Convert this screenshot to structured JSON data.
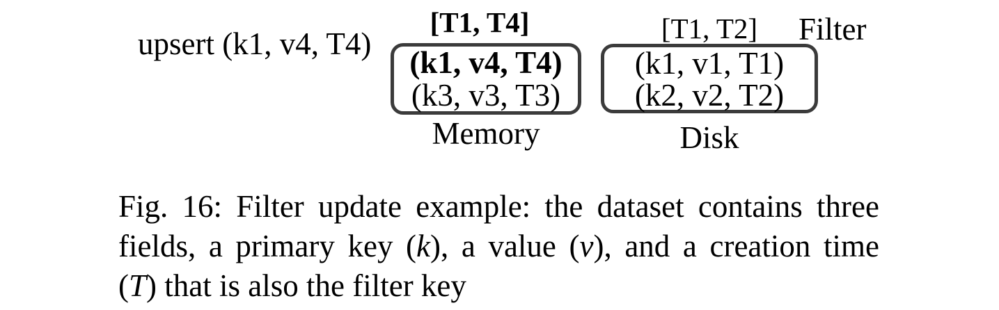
{
  "figure": {
    "upsert_label": "upsert (k1, v4, T4)",
    "memory": {
      "interval": "[T1, T4]",
      "rows": [
        "(k1, v4, T4)",
        "(k3, v3, T3)"
      ],
      "label": "Memory"
    },
    "disk": {
      "interval": "[T1, T2]",
      "rows": [
        "(k1, v1, T1)",
        "(k2, v2, T2)"
      ],
      "label": "Disk"
    },
    "filter_label": "Filter"
  },
  "caption": {
    "line1": "Fig. 16: Filter update example: the dataset contains three",
    "line2": {
      "seg1": "fields, a primary key (",
      "italic1": "k",
      "seg2": "), a value (",
      "italic2": "v",
      "seg3": "), and a creation time"
    },
    "line3": {
      "seg1": "(",
      "italic1": "T",
      "seg2": ") that is also the filter key"
    }
  },
  "colors": {
    "box_border": "#3b3b3b",
    "text": "#000000",
    "background": "#ffffff"
  }
}
